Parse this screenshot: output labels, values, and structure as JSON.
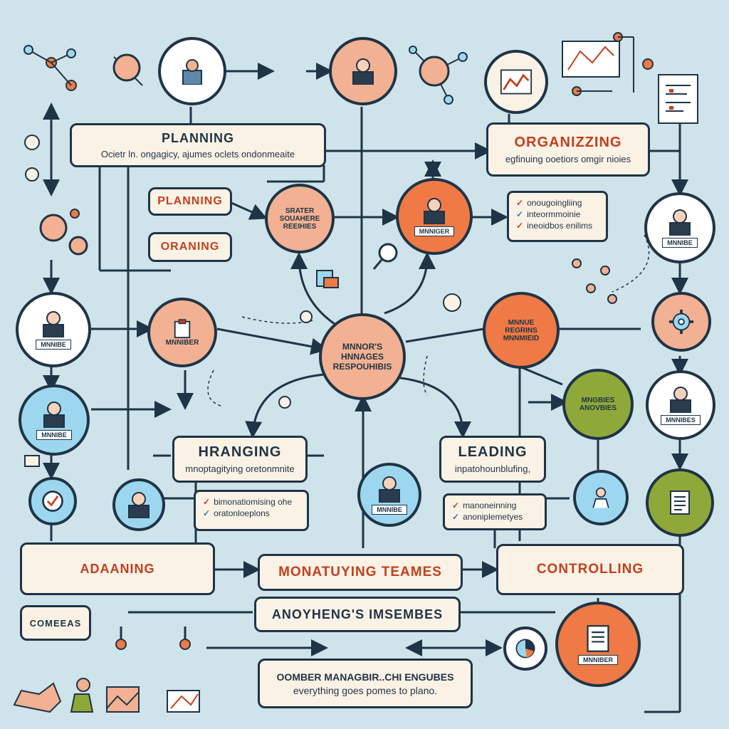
{
  "boxes": {
    "planning_top": {
      "title": "PLANNING",
      "sub": "Ocietr ln. ongagicy, ajumes oclets ondonmeaite"
    },
    "organizing_top": {
      "title": "ORGANIZZING",
      "sub": "egfinuing ooetiors omgir nioies"
    },
    "planning_small": {
      "title": "PLANNING"
    },
    "organing_small": {
      "title": "ORANING"
    },
    "hranging": {
      "title": "HRANGING",
      "sub": "mnoptagitying oretonmnite"
    },
    "leading": {
      "title": "LEADING",
      "sub": "inpatohounblufing,"
    },
    "adaaning": {
      "title": "ADAANING"
    },
    "monatuying": {
      "title": "MONATUYING TEAMES"
    },
    "controlling": {
      "title": "CONTROLLING"
    },
    "anoyhengs": {
      "title": "ANOYHENG'S IMSEMBES"
    },
    "comeas": {
      "title": "COMEEAS"
    },
    "bottom_note": {
      "line1": "OOMBER MANAGBIR..CHI ENGUBES",
      "line2": "everything goes pomes to plano."
    }
  },
  "checklists": {
    "organizing": [
      "onougoingliing",
      "inteormmoinie",
      "ineoidbos enilims"
    ],
    "hranging": [
      "bimonatiomising ohe",
      "oratonloeplons"
    ],
    "leading": [
      "manoneinning",
      "anoniplemetyes"
    ]
  },
  "nodes": {
    "top_left": {
      "tag": ""
    },
    "top_center": {
      "tag": ""
    },
    "center_small": {
      "label": "SRATER SOUAHERE REEIHIES"
    },
    "manager_orange": {
      "tag": "MNNIGER"
    },
    "right_person": {
      "tag": "MNNIBE"
    },
    "left_person": {
      "tag": "MNNIBE"
    },
    "small_icon_node": {
      "label": "MNNIBER"
    },
    "hub": {
      "label": "MNNOR'S HNNAGES RESPOUHIBIS"
    },
    "mnnue": {
      "label": "MNNUE REGRINS MNNMIEID"
    },
    "green_node": {
      "label": "MNGBIES ANOVBIES"
    },
    "right_mid": {
      "tag": "MNNIBES"
    },
    "left_blue": {
      "tag": "MNNIBE"
    },
    "leading_person": {
      "tag": "MNNIBE"
    },
    "controller": {
      "tag": "MNNIBER"
    }
  },
  "colors": {
    "background": "#cfe3ea",
    "line": "#1f3446",
    "peach": "#f2b192",
    "orange": "#ef7a45",
    "blue": "#9dd7ef",
    "green": "#8fa83a",
    "cream": "#fbf2e6",
    "title_red": "#c2401c"
  },
  "icons": [
    "gear-network-icon",
    "document-icon",
    "chart-icon",
    "magnifier-icon",
    "person-icon",
    "clock-icon",
    "mail-icon",
    "puzzle-icon"
  ]
}
